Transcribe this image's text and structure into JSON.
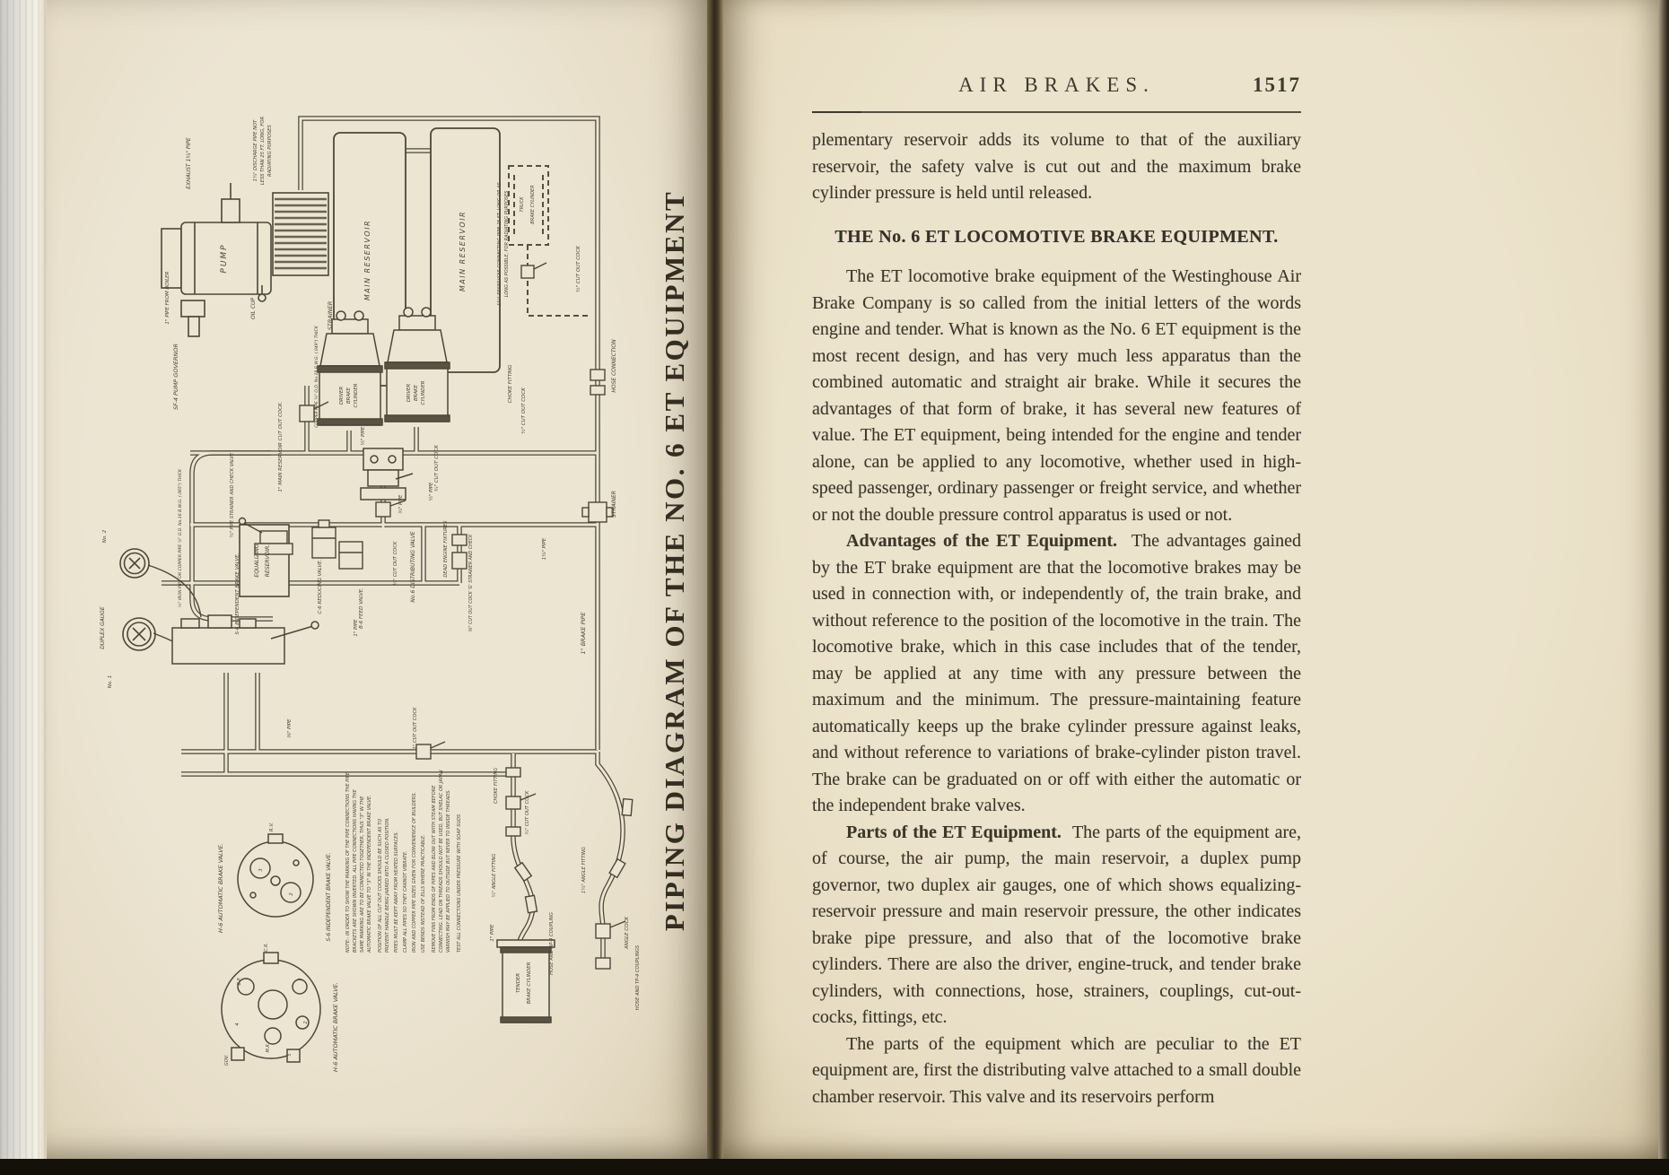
{
  "left_page": {
    "caption": "PIPING DIAGRAM OF THE NO. 6 ET EQUIPMENT",
    "labels": {
      "pump": "PUMP",
      "exhaust": "EXHAUST 1¼\" PIPE",
      "from_boiler": "1\" PIPE FROM BOILER",
      "pump_governor": "SF-4 PUMP GOVERNOR",
      "oil_cup": "OIL CUP",
      "strainer_pump": "STRAINER",
      "discharge_1": "1¼\" DISCHARGE PIPE NOT",
      "discharge_2": "LESS THAN 25 FT. LONG, FOR",
      "discharge_3": "RADIATING PURPOSES",
      "main_reservoir_1": "MAIN RESERVOIR",
      "main_reservoir_2": "MAIN RESERVOIR",
      "connecting_1": "1¼\" RESERVOIR CONNECTING PIPE 25 FT. LONG OR AS",
      "connecting_2": "LONG AS POSSIBLE, FOR RADIATING PURPOSES",
      "truck_cyl": [
        "TRUCK",
        "BRAKE CYLINDER"
      ],
      "truck_cutout": "½\" CUT OUT COCK",
      "hose_connection": "HOSE CONNECTION",
      "strainer_brake_pipe": "STRAINER",
      "brake_pipe": "1\" BRAKE PIPE",
      "driver_cyl": [
        "DRIVER",
        "BRAKE",
        "CYLINDER"
      ],
      "main_res_cutout": "1\" MAIN RESERVOIR CUT OUT COCK.",
      "cutout_34": "¾\" CUT OUT COCK",
      "choke_fitting_1": "CHOKE FITTING",
      "cutout_12": "½\" CUT OUT COCK",
      "distributing_valve": "No.6 DISTRIBUTING VALVE",
      "cutout_14": "¼\" CUT OUT COCK",
      "equalizing": [
        "EQUALIZING",
        "RESERVOIR."
      ],
      "strainer_check": "½\" PIPE STRAINER AND CHECK VALVE",
      "s6_valve": "S-6 INDEPENDENT BRAKE VALVE.",
      "c6_valve": "C-6 REDUCING VALVE.",
      "b6_valve": "B-6 FEED VALVE.",
      "dead_engine": "DEAD ENGINE FIXTURES",
      "cutout_g": "⅜\" CUT OUT COCK 'G' STRAINER AND CHECK",
      "duplex_gauge": "DUPLEX GAUGE",
      "gauge_no1": "No. 1",
      "gauge_no2": "No. 2",
      "h6_valve": "H-6 AUTOMATIC BRAKE VALVE.",
      "s6_face": "S-6 INDEPENDENT BRAKE VALVE.",
      "h6_face": "H-6 AUTOMATIC BRAKE VALVE.",
      "tender_cyl": [
        "TENDER",
        "BRAKE CYLINDER"
      ],
      "choke_fitting_2": "CHOKE FITTING",
      "cutout_34b": "¾\" CUT OUT COCK",
      "angle_fitting_small": "½\" ANGLE FITTING",
      "hose_hp4": "HOSE AND HP-4 COUPLING",
      "angle_fitting_large": "1¼\" ANGLE FITTING",
      "angle_cock": "ANGLE COCK",
      "hose_tp4": "HOSE AND TP-4 COUPLINGS",
      "cutout_main_line": "1\" CUT OUT COCK"
    },
    "pipe_labels": [
      "½\" PIPE",
      "¾\" PIPE",
      "1\" PIPE",
      "⅜\" PIPE",
      "1¼\" PIPE",
      "1\" PIPE",
      "½\" PIPE",
      "COPPER PIPE ⅝\" O.D. No.18 B.W.G. (.049\") THICK",
      "½\" IRON PIPE OR COPPER PIPE ⅞\" O.D. No.16 B.W.G. (.065\") THICK"
    ],
    "ports_s6": [
      "R.V.",
      "2",
      "3"
    ],
    "ports_h6": [
      "C.R.",
      "B.P.",
      "M.R.",
      "GOV.",
      "3",
      "2",
      "5",
      "4"
    ],
    "notes": [
      "NOTE:- IN ORDER TO SHOW THE MARKING OF THE PIPE CONNECTIONS THE PIPE",
      "BRACKETS ARE SHOWN INVERTED. ALL PIPE CONNECTIONS HAVING THE",
      "SAME MARKING ARE TO BE CONNECTED TOGETHER, THUS \"3\" IN THE",
      "AUTOMATIC BRAKE VALVE TO \"3\" IN THE INDEPENDENT BRAKE VALVE.",
      "POSITION OF ALL CUT OUT COCKS SHOULD BE SUCH AS TO",
      "PREVENT HANDLE BEING JARRED INTO A CLOSED POSITION.",
      "PIPES MUST BE KEPT AWAY FROM HEATED SURFACES.",
      "CLAMP ALL PIPES SO THEY CANNOT VIBRATE.",
      "IRON AND COPPER PIPE SIZES GIVEN FOR CONVENIENCE OF BUILDERS.",
      "USE BENDS INSTEAD OF ELLS WHERE PRACTICABLE.",
      "REMOVE FINS FROM ENDS OF PIPES AND BLOW OUT WITH STEAM BEFORE",
      "CONNECTING. LEAD ON THREADS SHOULD NOT BE USED, BUT SHELAC OR JAPAN",
      "VARNISH MAY BE APPLIED TO OUTSIDE BUT NEVER TO INSIDE THREADS.",
      "TEST ALL CONNECTIONS UNDER PRESSURE WITH SOAP SUDS"
    ]
  },
  "right_page": {
    "header": {
      "title": "AIR BRAKES.",
      "page_number": "1517"
    },
    "content": {
      "p1": "plementary reservoir adds its volume to that of the auxiliary reservoir, the safety valve is cut out and the maximum brake cylinder pressure is held until released.",
      "section_heading": "THE No. 6 ET LOCOMOTIVE BRAKE EQUIPMENT.",
      "p2": "The ET locomotive brake equipment of the Westinghouse Air Brake Company is so called from the initial letters of the words engine and tender.  What is known as the No. 6 ET equipment is the most recent design, and has very much less apparatus than the combined automatic and straight air brake.  While it secures the advantages of that form of brake, it has several new features of value.  The ET equipment, being intended for the engine and tender alone, can be applied to any locomotive, whether used in high-speed passenger, ordinary passenger or freight service, and whether or not the double pressure control apparatus is used or not.",
      "advantages_heading": "Advantages of the ET Equipment.",
      "advantages_body": "The advantages gained by the ET brake equipment are that the locomotive brakes may be used in connection with, or independently of, the train brake, and without reference to the position of the locomotive in the train.  The locomotive brake, which in this case includes that of the tender, may be applied at any time with any pressure between the maximum and the minimum.  The pressure-maintaining feature automatically keeps up the brake cylinder pressure against leaks, and without reference to variations of brake-cylinder piston travel.  The brake can be graduated on or off with either the automatic or the independent brake valves.",
      "parts_heading": "Parts of the ET Equipment.",
      "parts_body": "The parts of the equipment are, of course, the air pump, the main reservoir, a duplex pump governor, two duplex air gauges, one of which shows equalizing-reservoir pressure and main reservoir pressure, the other indicates brake pipe pressure, and also that of the locomotive brake cylinders.  There are also the driver, engine-truck, and tender brake cylinders, with connections, hose, strainers, couplings, cut-out-cocks, fittings, etc.",
      "p5": "The parts of the equipment which are peculiar to the ET equipment are, first the distributing valve attached to a small double chamber reservoir.  This valve and its reservoirs perform"
    }
  }
}
